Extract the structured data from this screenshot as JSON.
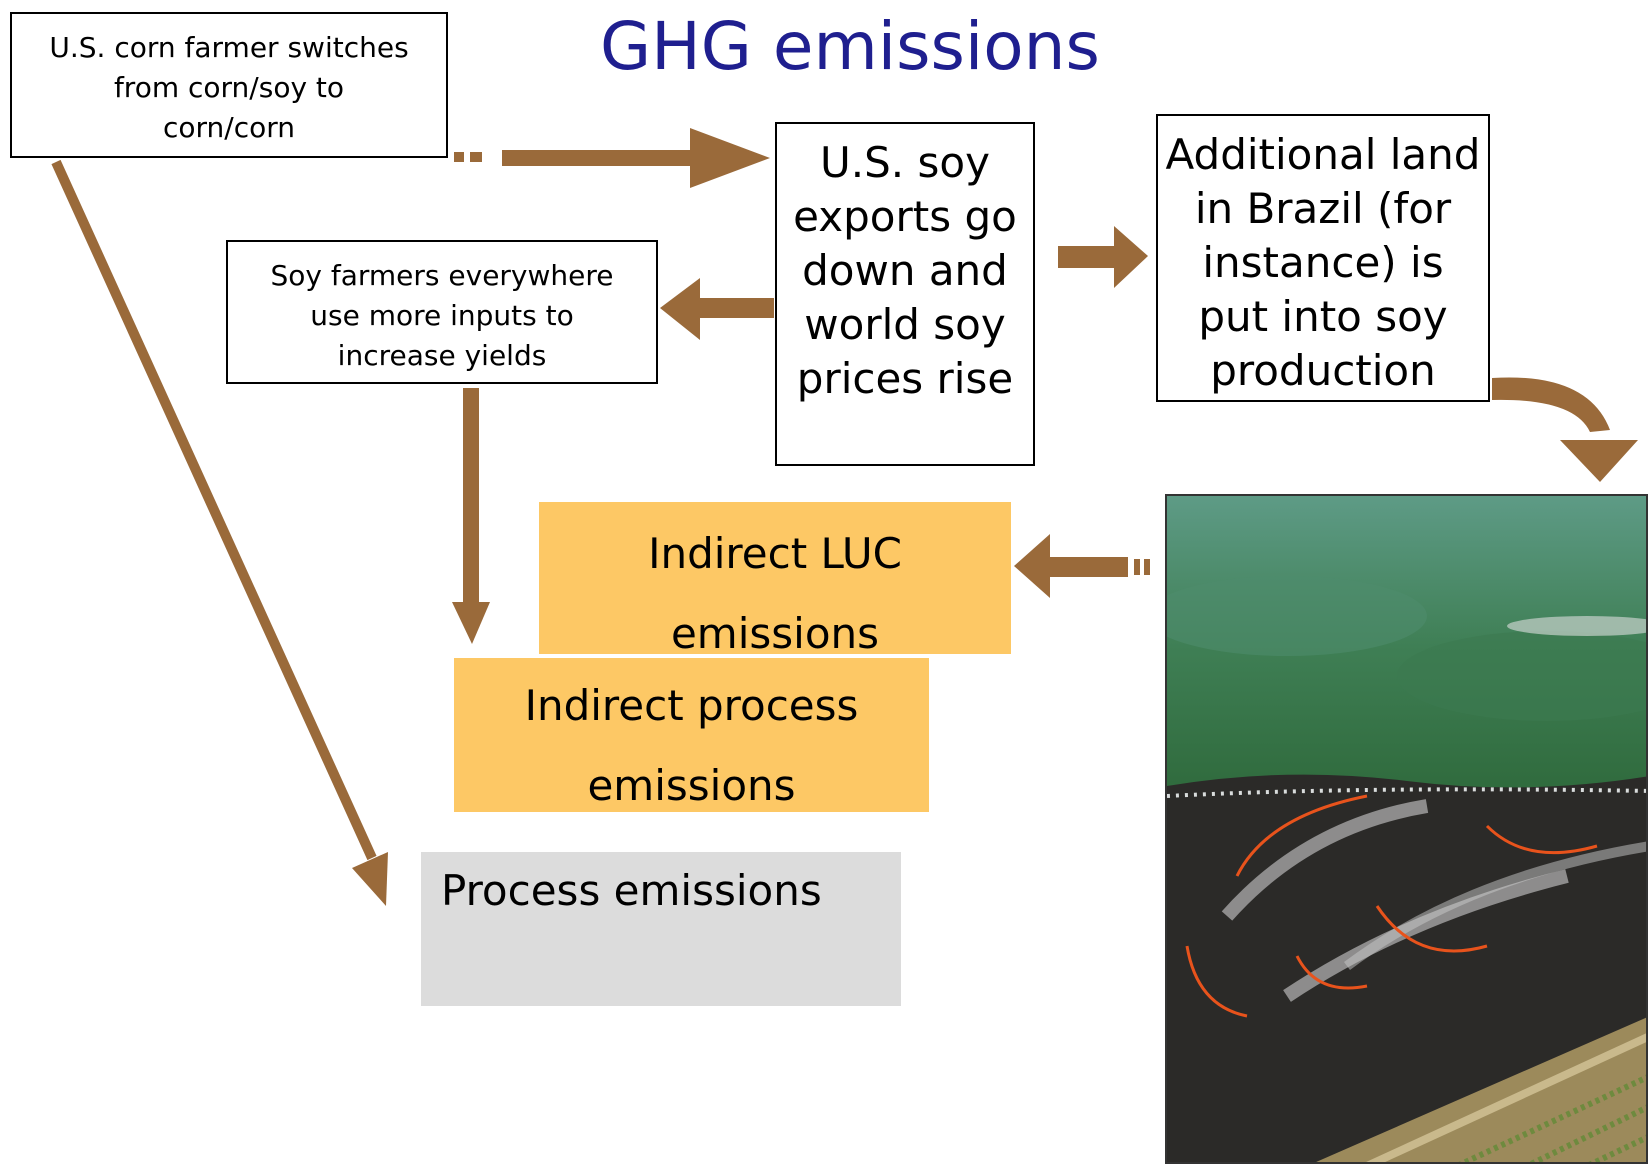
{
  "title": "GHG emissions",
  "boxes": {
    "corn_farmer": "U.S. corn farmer switches\nfrom corn/soy to\ncorn/corn",
    "soy_farmers": "Soy farmers everywhere\nuse more inputs to\nincrease yields",
    "us_soy": "U.S. soy\nexports go\ndown and\nworld soy\nprices rise",
    "brazil_land": "Additional land\nin Brazil (for\ninstance) is\nput into soy\nproduction"
  },
  "emissions": {
    "indirect_luc": "Indirect LUC\nemissions",
    "indirect_process": "Indirect process\nemissions",
    "process": "Process emissions"
  },
  "colors": {
    "title": "#1f1f8f",
    "arrow": "#9a6a3a",
    "orange_box": "#fdc865",
    "gray_box": "#dcdcdc"
  },
  "image": {
    "subject": "deforestation-burning-photo"
  }
}
